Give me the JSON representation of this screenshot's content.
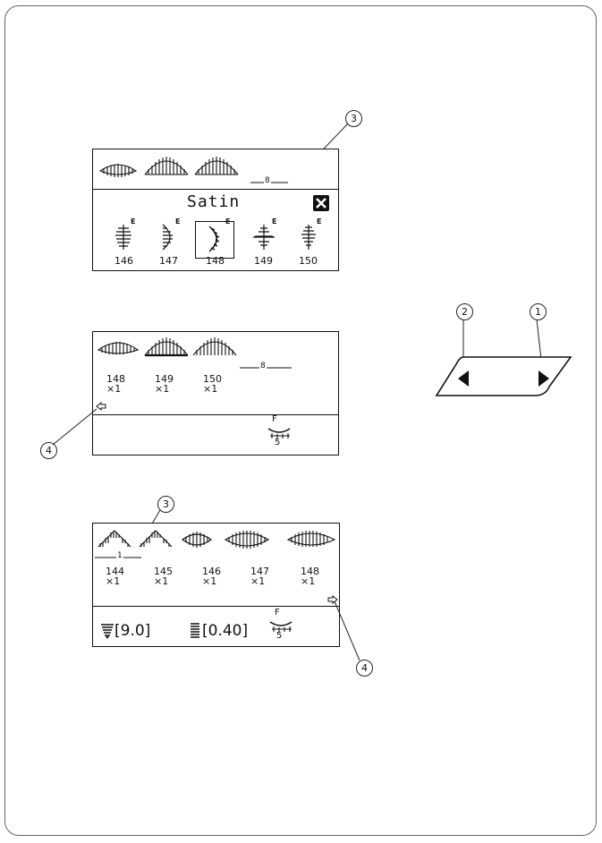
{
  "callouts": {
    "c1": "1",
    "c2": "2",
    "c3": "3",
    "c4": "4"
  },
  "screen1": {
    "title": "Satin",
    "close_icon": "close-x-icon",
    "group_count": "8",
    "patterns": [
      "146",
      "147",
      "148",
      "149",
      "150"
    ],
    "selected": "148",
    "tag": "E"
  },
  "screen2": {
    "group_count": "8",
    "entries": [
      {
        "num": "148",
        "mult": "×1"
      },
      {
        "num": "149",
        "mult": "×1"
      },
      {
        "num": "150",
        "mult": "×1"
      }
    ],
    "cursor_icon": "arrow-left-cursor-icon",
    "foot_label": "F",
    "foot_number": "5"
  },
  "screen3": {
    "group_count": "1",
    "entries": [
      {
        "num": "144",
        "mult": "×1"
      },
      {
        "num": "145",
        "mult": "×1"
      },
      {
        "num": "146",
        "mult": "×1"
      },
      {
        "num": "147",
        "mult": "×1"
      },
      {
        "num": "148",
        "mult": "×1"
      }
    ],
    "cursor_icon": "arrow-right-cursor-icon",
    "width_value": "[9.0]",
    "length_value": "[0.40]",
    "foot_label": "F",
    "foot_number": "5"
  },
  "keys": {
    "left_icon": "left-triangle-icon",
    "right_icon": "right-triangle-icon"
  }
}
